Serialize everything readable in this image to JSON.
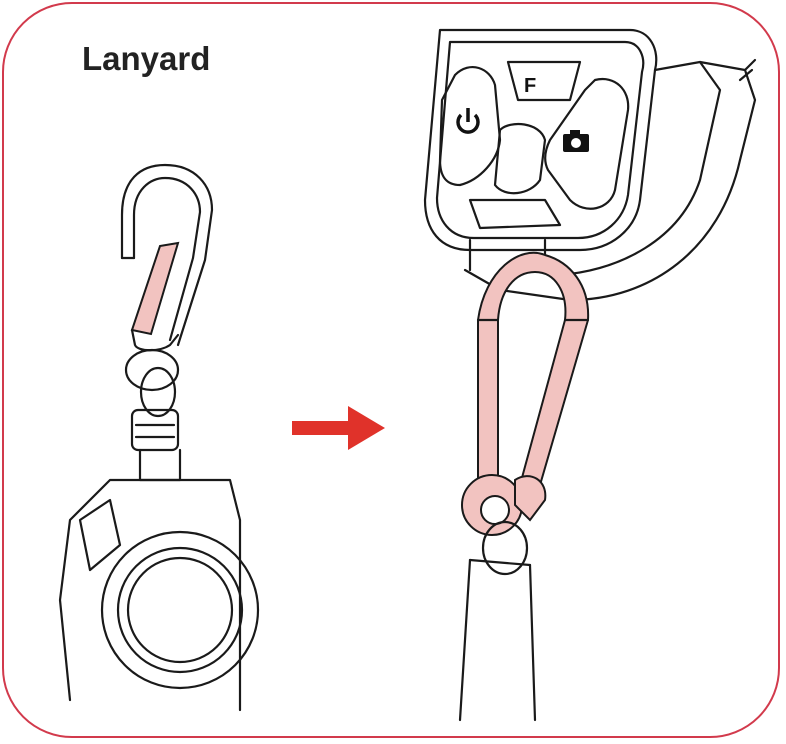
{
  "title": "Lanyard",
  "device": {
    "buttons": [
      {
        "name": "power",
        "icon": "power-icon"
      },
      {
        "name": "function",
        "label": "F"
      },
      {
        "name": "camera",
        "icon": "camera-icon"
      }
    ]
  },
  "colors": {
    "border": "#d23a4c",
    "highlight": "#f2c3c0",
    "arrow": "#e0322a"
  }
}
